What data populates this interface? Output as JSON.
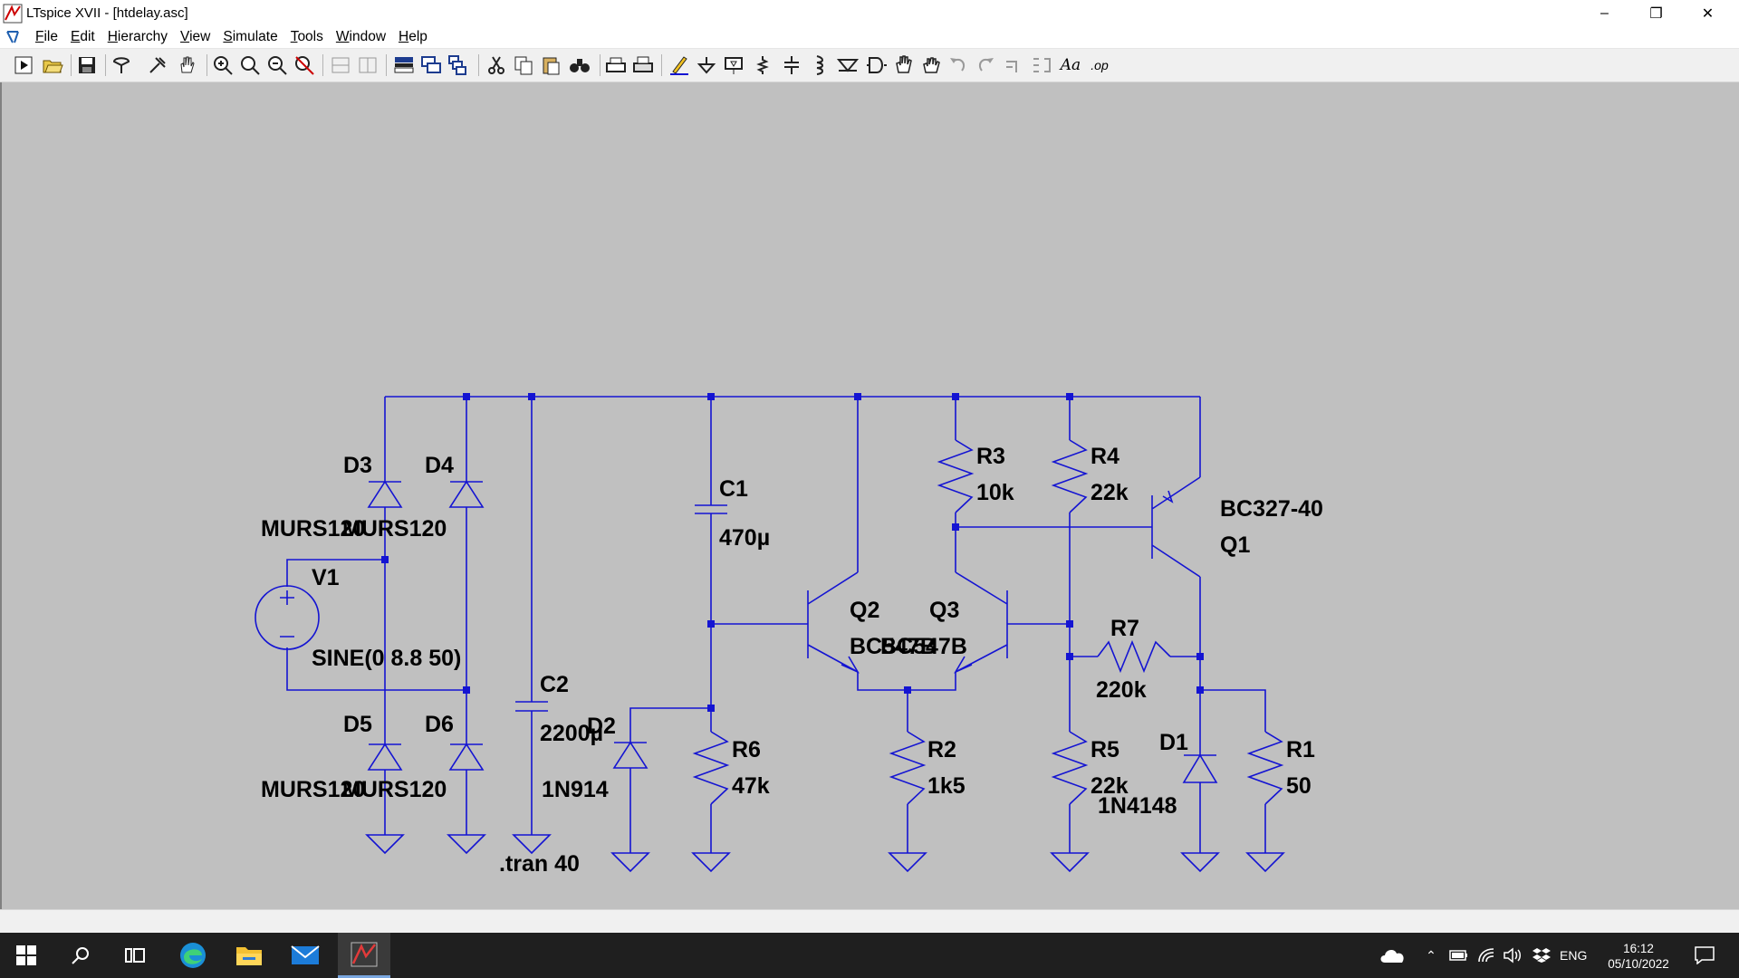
{
  "window": {
    "title": "LTspice XVII - [htdelay.asc]",
    "minimize_glyph": "–",
    "maximize_glyph": "❐",
    "close_glyph": "✕"
  },
  "menu": {
    "items": [
      {
        "u": "F",
        "rest": "ile"
      },
      {
        "u": "E",
        "rest": "dit"
      },
      {
        "u": "H",
        "rest": "ierarchy"
      },
      {
        "u": "V",
        "rest": "iew"
      },
      {
        "u": "S",
        "rest": "imulate"
      },
      {
        "u": "T",
        "rest": "ools"
      },
      {
        "u": "W",
        "rest": "indow"
      },
      {
        "u": "H",
        "rest": "elp"
      }
    ]
  },
  "toolbar": {
    "icons": [
      "run",
      "open",
      "save",
      "control-panel",
      "probe",
      "pan",
      "zoom-in",
      "zoom-fit",
      "zoom-out",
      "zoom-cancel",
      "tile-h",
      "tile-v",
      "cascade",
      "close-all",
      "window-list",
      "cut",
      "copy",
      "paste",
      "find",
      "print-setup",
      "print",
      "wire",
      "ground",
      "label",
      "resistor",
      "capacitor",
      "inductor",
      "diode",
      "component",
      "move",
      "drag",
      "undo",
      "redo",
      "rotate",
      "mirror",
      "text",
      "spice-directive"
    ],
    "spice_glyph": ".op",
    "text_glyph": "Aa"
  },
  "schematic": {
    "wire_color": "#1414d2",
    "labels": {
      "d3": "D3",
      "d4": "D4",
      "d3_model": "MURS120",
      "d4_model": "MURS120",
      "v1": "V1",
      "v1_value": "SINE(0 8.8 50)",
      "d5": "D5",
      "d6": "D6",
      "d5_model": "MURS120",
      "d6_model": "MURS120",
      "c2": "C2",
      "c2_value": "2200µ",
      "d2": "D2",
      "d2_model": "1N914",
      "tran": ".tran 40",
      "c1": "C1",
      "c1_value": "470µ",
      "r6": "R6",
      "r6_value": "47k",
      "q2": "Q2",
      "q2_model": "BC547B",
      "q3": "Q3",
      "q3_model": "BC547B",
      "r2": "R2",
      "r2_value": "1k5",
      "r3": "R3",
      "r3_value": "10k",
      "r4": "R4",
      "r4_value": "22k",
      "q1_model": "BC327-40",
      "q1": "Q1",
      "r7": "R7",
      "r7_value": "220k",
      "r5": "R5",
      "r5_value": "22k",
      "d1": "D1",
      "d1_model": "1N4148",
      "r1": "R1",
      "r1_value": "50"
    }
  },
  "taskbar": {
    "apps": [
      "start",
      "search",
      "task-view",
      "edge",
      "file-explorer",
      "mail",
      "ltspice"
    ],
    "language": "ENG",
    "time": "16:12",
    "date": "05/10/2022"
  }
}
